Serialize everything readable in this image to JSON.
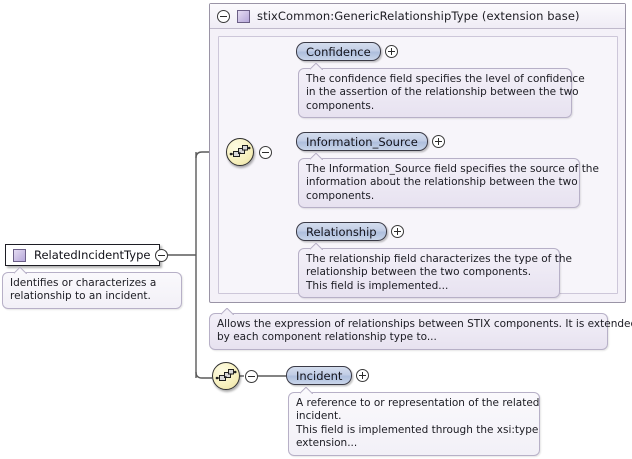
{
  "diagram": {
    "type": "xml-schema-tree",
    "root": {
      "label": "RelatedIncidentType",
      "icon": "complex-type-icon",
      "expander": "minus-circle-icon",
      "annotation": [
        "Identifies or characterizes a",
        "relationship to an incident."
      ]
    },
    "extension_base": {
      "label": "stixCommon:GenericRelationshipType (extension base)",
      "icon": "complex-type-icon",
      "expander": "minus-circle-icon",
      "compositor": "sequence-icon",
      "compositor_expander": "minus-circle-icon",
      "annotation": [
        "Allows the expression of relationships between STIX components. It is extended",
        "by each component relationship type to..."
      ],
      "elements": [
        {
          "name": "Confidence",
          "expander": "plus-circle-icon",
          "annotation": [
            "The confidence field specifies the level of confidence",
            "in the assertion of the relationship between the two",
            "components."
          ]
        },
        {
          "name": "Information_Source",
          "expander": "plus-circle-icon",
          "annotation": [
            "The Information_Source field specifies the source of the",
            "information about the relationship between the two",
            "components."
          ]
        },
        {
          "name": "Relationship",
          "expander": "plus-circle-icon",
          "annotation": [
            "The relationship field characterizes the type of the",
            "relationship between the two components.",
            "This field is implemented..."
          ]
        }
      ]
    },
    "own_content": {
      "compositor": "sequence-icon",
      "compositor_expander": "minus-circle-icon",
      "elements": [
        {
          "name": "Incident",
          "expander": "plus-circle-icon",
          "annotation": [
            "A reference to or representation of the related",
            "incident.",
            "This field is implemented through the xsi:type",
            "extension..."
          ]
        }
      ]
    },
    "colors": {
      "background": "#ffffff",
      "panel_fill": "#f4f1f8",
      "panel_border": "#9a94a6",
      "inner_fill": "#f7f5fa",
      "element_fill": "#c2cee6",
      "element_border": "#3a3a46",
      "compositor_fill": "#f7f0bd",
      "type_icon": "#b7a8db",
      "connector": "#5a5a5a",
      "note_fill": "#f3f0f8"
    }
  }
}
